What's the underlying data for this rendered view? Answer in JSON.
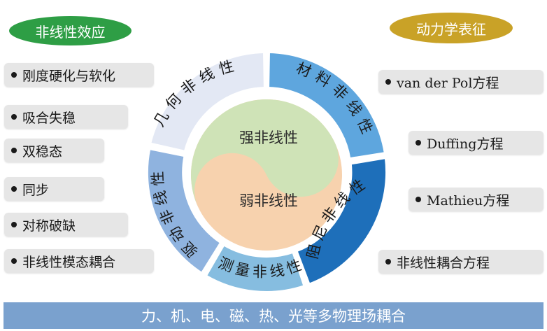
{
  "left_panel": {
    "title": "非线性效应",
    "title_color": "#2e9e45",
    "items": [
      {
        "label": "刚度硬化与软化"
      },
      {
        "label": "吸合失稳"
      },
      {
        "label": "双稳态"
      },
      {
        "label": "同步"
      },
      {
        "label": "对称破缺"
      },
      {
        "label": "非线性模态耦合"
      }
    ]
  },
  "right_panel": {
    "title": "动力学表征",
    "title_color": "#c9a227",
    "items": [
      {
        "label": "van der Pol方程"
      },
      {
        "label": "Duffing方程"
      },
      {
        "label": "Mathieu方程"
      },
      {
        "label": "非线性耦合方程"
      }
    ]
  },
  "ring": {
    "segments": [
      {
        "label": "几何非线性",
        "color": "#e3e8f4"
      },
      {
        "label": "材料非线性",
        "color": "#5ea6de"
      },
      {
        "label": "阻尼非线性",
        "color": "#1e6fba"
      },
      {
        "label": "测量非线性",
        "color": "#86bde0"
      },
      {
        "label": "驱动非线性",
        "color": "#8fb3df"
      }
    ]
  },
  "core": {
    "strong": {
      "label": "强非线性",
      "color": "#cfe3b7"
    },
    "weak": {
      "label": "弱非线性",
      "color": "#f7d2ae"
    }
  },
  "banner": {
    "label": "力、机、电、磁、热、光等多物理场耦合",
    "color": "#7aa1ce"
  }
}
